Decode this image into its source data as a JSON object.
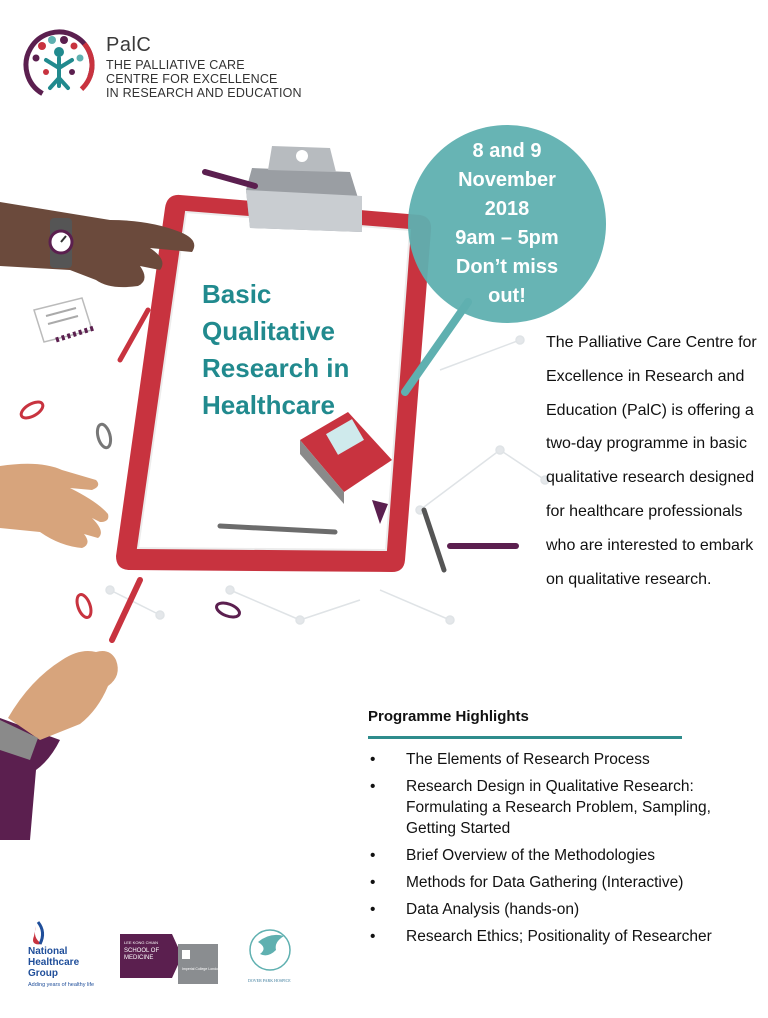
{
  "logo": {
    "name": "PalC",
    "line1": "THE PALLIATIVE CARE",
    "line2": "CENTRE FOR EXCELLENCE",
    "line3": "IN RESEARCH AND EDUCATION"
  },
  "course_title": {
    "line1": "Basic",
    "line2": "Qualitative",
    "line3": "Research in",
    "line4": "Healthcare"
  },
  "date_bubble": {
    "line1": "8 and 9",
    "line2": "November",
    "line3": "2018",
    "line4": "9am – 5pm",
    "line5": "Don’t miss",
    "line6": "out!"
  },
  "intro": "The Palliative Care Centre for Excellence in Research and Education (PalC) is offering a two-day programme in basic qualitative research designed for healthcare professionals who are interested to embark on qualitative research.",
  "highlights": {
    "title": "Programme Highlights",
    "bullet": "•",
    "items": [
      "The Elements of Research Process",
      "Research Design in Qualitative Research: Formulating a Research Problem, Sampling, Getting Started",
      "Brief Overview of the Methodologies",
      "Methods for Data Gathering (Interactive)",
      "Data Analysis (hands-on)",
      "Research Ethics; Positionality of Researcher"
    ]
  },
  "partners": {
    "nhg_line1": "National",
    "nhg_line2": "Healthcare",
    "nhg_line3": "Group",
    "nhg_tagline": "Adding years of healthy life",
    "lkc_line1": "LEE KONG CHIAN",
    "lkc_line2": "SCHOOL OF",
    "lkc_line3": "MEDICINE",
    "lkc_imperial": "Imperial College London",
    "dover": "DOVER PARK HOSPICE"
  },
  "colors": {
    "teal": "#218a8e",
    "bubble": "#5fb0b0",
    "clipboard_red": "#c8333f",
    "purple": "#5b1f4f"
  }
}
